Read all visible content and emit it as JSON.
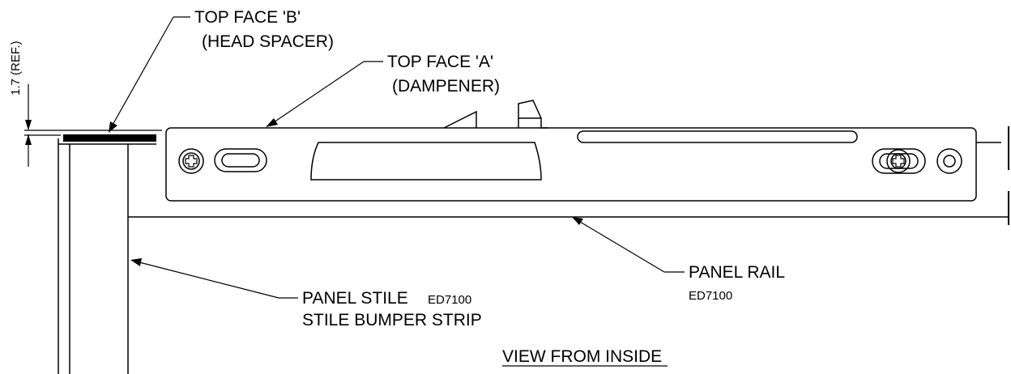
{
  "labels": {
    "top_face_b": "TOP FACE 'B'",
    "head_spacer": "(HEAD SPACER)",
    "top_face_a": "TOP FACE 'A'",
    "dampener": "(DAMPENER)",
    "panel_rail": "PANEL RAIL",
    "panel_rail_code": "ED7100",
    "panel_stile": "PANEL STILE",
    "panel_stile_code": "ED7100",
    "stile_bumper_strip": "STILE BUMPER STRIP",
    "view": "VIEW FROM INSIDE",
    "dimension": "1.7 (REF.)"
  },
  "colors": {
    "line": "#000000",
    "background": "#ffffff"
  }
}
